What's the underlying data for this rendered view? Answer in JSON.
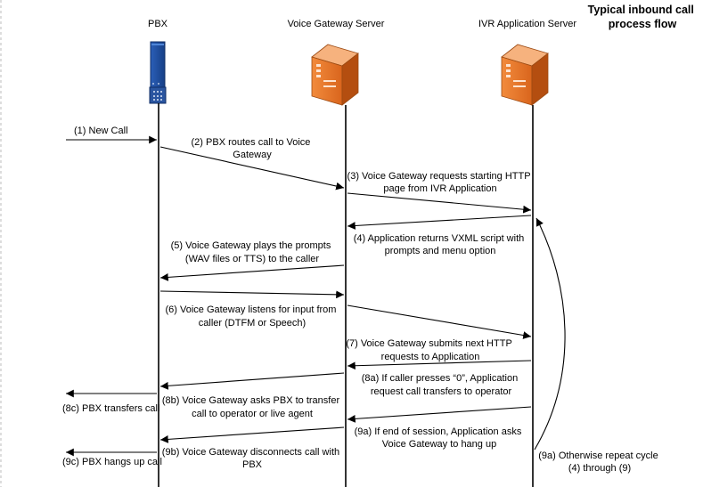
{
  "title": [
    "Typical inbound call",
    "process flow"
  ],
  "participants": [
    {
      "label": "PBX",
      "icon": "pbx-tower-icon"
    },
    {
      "label": "Voice Gateway Server",
      "icon": "server-icon"
    },
    {
      "label": "IVR Application Server",
      "icon": "server-icon"
    }
  ],
  "messages": [
    {
      "id": "m1",
      "lines": [
        "(1) New Call"
      ]
    },
    {
      "id": "m2",
      "lines": [
        "(2) PBX routes call to Voice",
        "Gateway"
      ]
    },
    {
      "id": "m3",
      "lines": [
        "(3) Voice Gateway requests starting HTTP",
        "page from IVR Application"
      ]
    },
    {
      "id": "m4",
      "lines": [
        "(4) Application returns VXML script with",
        "prompts and menu option"
      ]
    },
    {
      "id": "m5",
      "lines": [
        "(5) Voice Gateway plays the prompts",
        "(WAV files or TTS) to the caller"
      ]
    },
    {
      "id": "m6",
      "lines": [
        "(6) Voice Gateway listens for input from",
        "caller (DTFM or Speech)"
      ]
    },
    {
      "id": "m7",
      "lines": [
        "(7) Voice Gateway submits next HTTP",
        "requests to Application"
      ]
    },
    {
      "id": "m8a",
      "lines": [
        "(8a) If caller presses “0”, Application",
        "request call transfers to operator"
      ]
    },
    {
      "id": "m8b",
      "lines": [
        "(8b) Voice Gateway asks PBX to transfer",
        "call to operator or live agent"
      ]
    },
    {
      "id": "m8c",
      "lines": [
        "(8c) PBX transfers call"
      ]
    },
    {
      "id": "m9a",
      "lines": [
        "(9a) If end of session, Application asks",
        "Voice Gateway to hang up"
      ]
    },
    {
      "id": "m9b",
      "lines": [
        "(9b) Voice Gateway disconnects call with",
        "PBX"
      ]
    },
    {
      "id": "m9c",
      "lines": [
        "(9c) PBX hangs up call"
      ]
    },
    {
      "id": "loop",
      "lines": [
        "(9a) Otherwise repeat cycle",
        "(4) through (9)"
      ]
    }
  ],
  "colors": {
    "server_orange": "#e8762b",
    "server_dark": "#b44e10",
    "server_light": "#f6b27e",
    "pbx_blue": "#1f4fa0",
    "pbx_dark": "#0f2d66"
  }
}
